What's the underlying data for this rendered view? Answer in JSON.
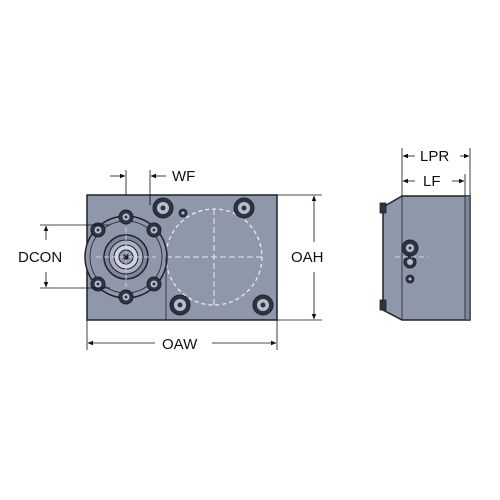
{
  "colors": {
    "body_fill": "#8f97aa",
    "body_stroke": "#1e222b",
    "dim_line": "#111111",
    "hidden_line": "#e8ebf2",
    "bolt_head": "#2f3440",
    "bolt_light": "#b8bfcc"
  },
  "labels": {
    "wf": "WF",
    "dcon": "DCON",
    "oah": "OAH",
    "oaw": "OAW",
    "lpr": "LPR",
    "lf": "LF"
  }
}
